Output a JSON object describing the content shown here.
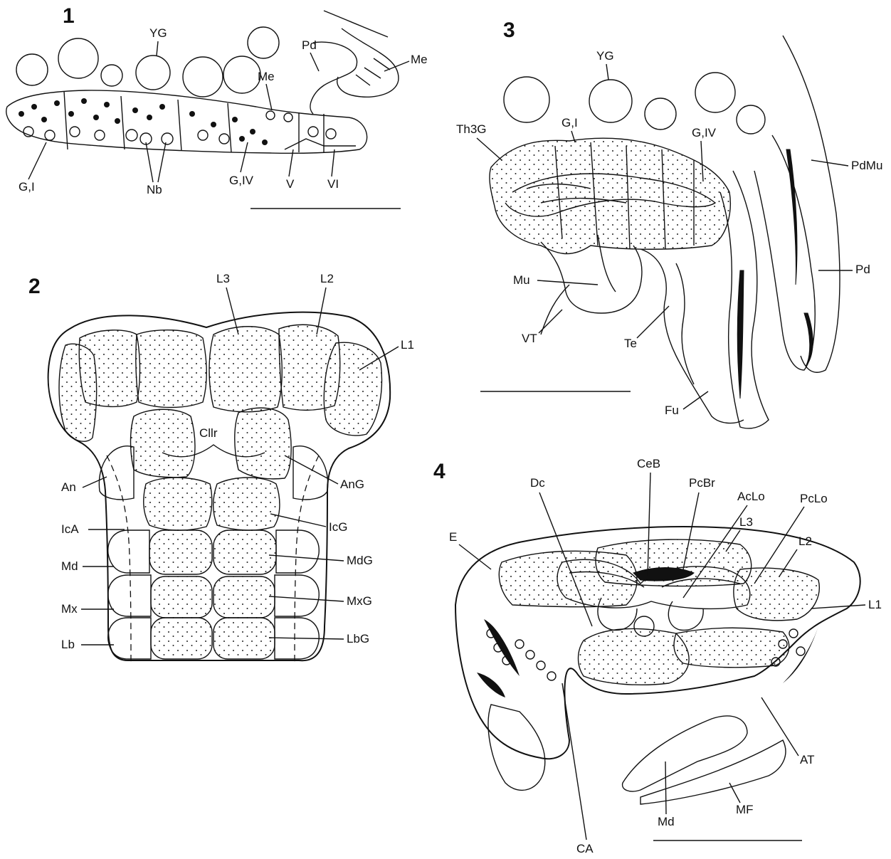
{
  "panels": [
    {
      "number": "1",
      "labels": {
        "yg": "YG",
        "pd": "Pd",
        "me_a": "Me",
        "me_b": "Me",
        "gi": "G,I",
        "nb": "Nb",
        "giv": "G,IV",
        "v": "V",
        "vi": "VI"
      }
    },
    {
      "number": "2",
      "labels": {
        "l3": "L3",
        "l2": "L2",
        "l1": "L1",
        "cllr": "Cllr",
        "an": "An",
        "ang": "AnG",
        "ica": "IcA",
        "icg": "IcG",
        "md": "Md",
        "mdg": "MdG",
        "mx": "Mx",
        "mxg": "MxG",
        "lb": "Lb",
        "lbg": "LbG"
      }
    },
    {
      "number": "3",
      "labels": {
        "yg": "YG",
        "gi": "G,I",
        "th3g": "Th3G",
        "giv": "G,IV",
        "pdmu": "PdMu",
        "pd": "Pd",
        "mu": "Mu",
        "vt": "VT",
        "te": "Te",
        "fu": "Fu"
      }
    },
    {
      "number": "4",
      "labels": {
        "ceb": "CeB",
        "dc": "Dc",
        "pcbr": "PcBr",
        "aclo": "AcLo",
        "pclo": "PcLo",
        "l3": "L3",
        "l2": "L2",
        "l1": "L1",
        "e": "E",
        "at": "AT",
        "mf": "MF",
        "md": "Md",
        "ca": "CA"
      }
    }
  ]
}
